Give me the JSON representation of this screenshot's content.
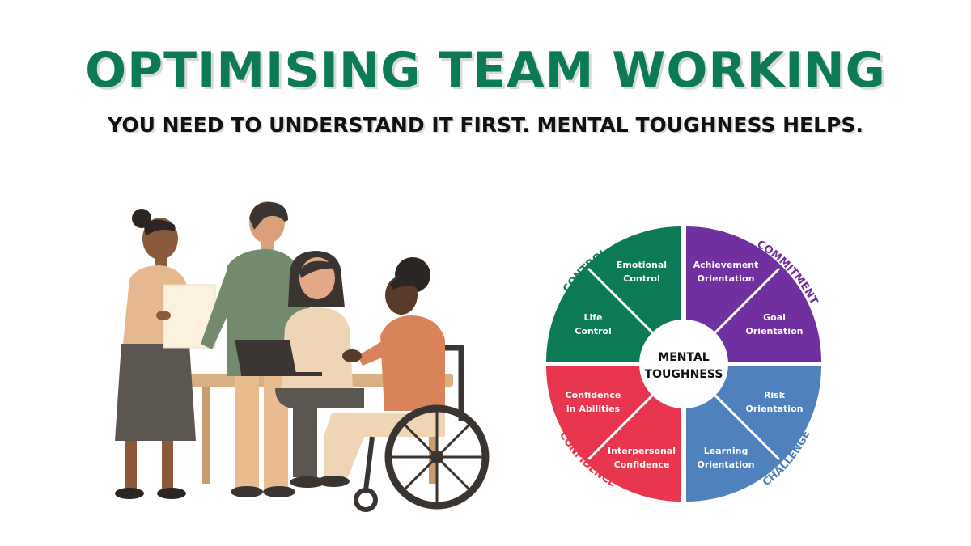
{
  "header": {
    "title": "OPTIMISING TEAM WORKING",
    "subtitle": "YOU NEED TO UNDERSTAND IT FIRST. MENTAL TOUGHNESS HELPS."
  },
  "wheel": {
    "center_line1": "MENTAL",
    "center_line2": "TOUGHNESS",
    "quadrants": [
      {
        "name": "CONTROL",
        "color": "#0c7a55",
        "segments": [
          {
            "line1": "Emotional",
            "line2": "Control"
          },
          {
            "line1": "Life",
            "line2": "Control"
          }
        ]
      },
      {
        "name": "COMMITMENT",
        "color": "#7030a0",
        "segments": [
          {
            "line1": "Achievement",
            "line2": "Orientation"
          },
          {
            "line1": "Goal",
            "line2": "Orientation"
          }
        ]
      },
      {
        "name": "CHALLENGE",
        "color": "#4f81bd",
        "segments": [
          {
            "line1": "Risk",
            "line2": "Orientation"
          },
          {
            "line1": "Learning",
            "line2": "Orientation"
          }
        ]
      },
      {
        "name": "CONFIDENCE",
        "color": "#e8364f",
        "segments": [
          {
            "line1": "Confidence",
            "line2": "in Abilities"
          },
          {
            "line1": "Interpersonal",
            "line2": "Confidence"
          }
        ]
      }
    ]
  }
}
